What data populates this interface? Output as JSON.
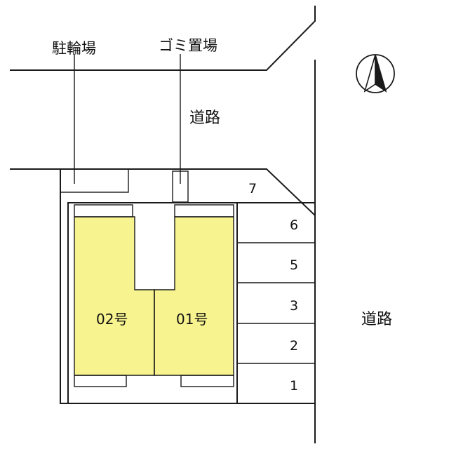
{
  "labels": {
    "bicycle_parking": "駐輪場",
    "garbage_area": "ゴミ置場",
    "road_top": "道路",
    "road_right": "道路"
  },
  "units": [
    {
      "name": "02号"
    },
    {
      "name": "01号"
    }
  ],
  "parking_spaces": [
    "7",
    "6",
    "5",
    "3",
    "2",
    "1"
  ],
  "colors": {
    "unit_fill": "#f7f38f",
    "line": "#1a1a1a"
  },
  "icons": {
    "north": "north-arrow-icon"
  }
}
